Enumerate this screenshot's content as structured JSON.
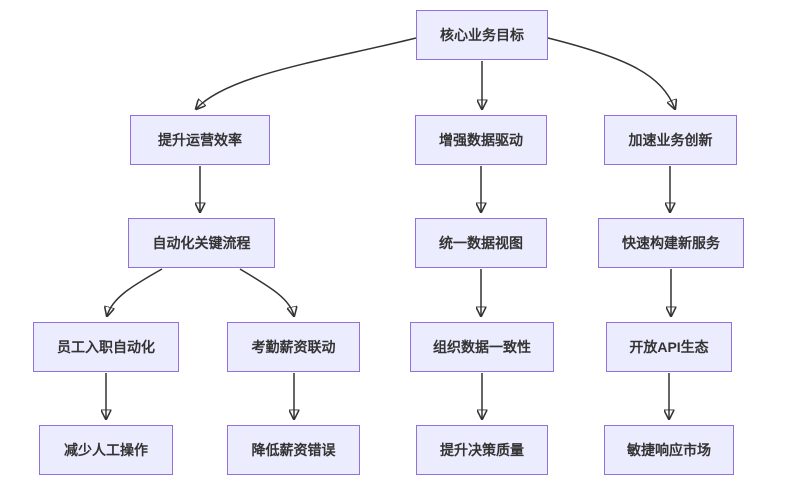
{
  "diagram": {
    "type": "flowchart-top-down",
    "nodes": {
      "core": {
        "label": "核心业务目标"
      },
      "efficiency": {
        "label": "提升运营效率"
      },
      "dataDriven": {
        "label": "增强数据驱动"
      },
      "innovation": {
        "label": "加速业务创新"
      },
      "automation": {
        "label": "自动化关键流程"
      },
      "unifiedView": {
        "label": "统一数据视图"
      },
      "newServices": {
        "label": "快速构建新服务"
      },
      "onboarding": {
        "label": "员工入职自动化"
      },
      "attendance": {
        "label": "考勤薪资联动"
      },
      "orgConsist": {
        "label": "组织数据一致性"
      },
      "openApi": {
        "label": "开放API生态"
      },
      "reduceManual": {
        "label": "减少人工操作"
      },
      "payrollErr": {
        "label": "降低薪资错误"
      },
      "decision": {
        "label": "提升决策质量"
      },
      "agile": {
        "label": "敏捷响应市场"
      }
    },
    "edges": [
      {
        "from": "核心业务目标",
        "to": "提升运营效率"
      },
      {
        "from": "核心业务目标",
        "to": "增强数据驱动"
      },
      {
        "from": "核心业务目标",
        "to": "加速业务创新"
      },
      {
        "from": "提升运营效率",
        "to": "自动化关键流程"
      },
      {
        "from": "自动化关键流程",
        "to": "员工入职自动化"
      },
      {
        "from": "自动化关键流程",
        "to": "考勤薪资联动"
      },
      {
        "from": "员工入职自动化",
        "to": "减少人工操作"
      },
      {
        "from": "考勤薪资联动",
        "to": "降低薪资错误"
      },
      {
        "from": "增强数据驱动",
        "to": "统一数据视图"
      },
      {
        "from": "统一数据视图",
        "to": "组织数据一致性"
      },
      {
        "from": "组织数据一致性",
        "to": "提升决策质量"
      },
      {
        "from": "加速业务创新",
        "to": "快速构建新服务"
      },
      {
        "from": "快速构建新服务",
        "to": "开放API生态"
      },
      {
        "from": "开放API生态",
        "to": "敏捷响应市场"
      }
    ],
    "colors": {
      "node_fill": "#ECECFF",
      "node_border": "#9370DB",
      "edge": "#333333",
      "text": "#333333",
      "background": "#FFFFFF"
    }
  }
}
